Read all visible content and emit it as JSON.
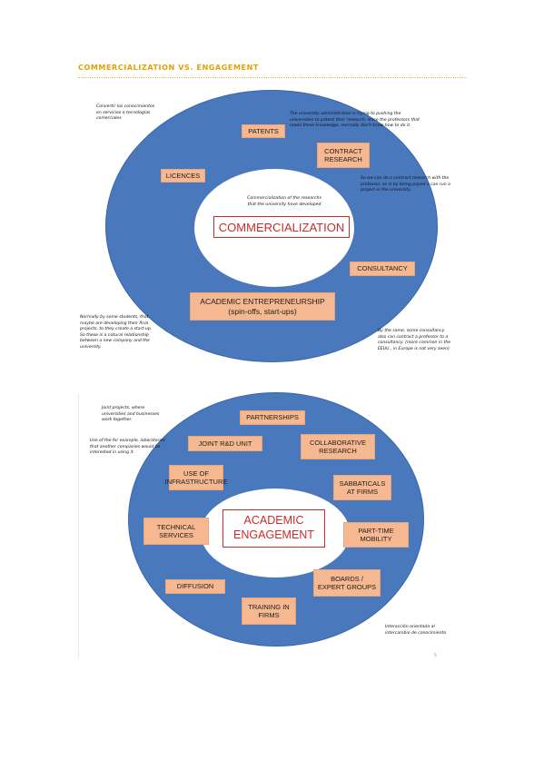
{
  "header": {
    "title": "COMMERCIALIZATION VS. ENGAGEMENT"
  },
  "commercialization": {
    "title": "COMMERCIALIZATION",
    "center_note": "Commercialization of the researchs\nthat the university have developed",
    "items": {
      "patents": "PATENTS",
      "contract_research": "CONTRACT\nRESEARCH",
      "licences": "LICENCES",
      "consultancy": "CONSULTANCY",
      "academic_entrepreneurship": "ACADEMIC ENTREPRENEURSHIP\n(spin-offs, start-ups)"
    },
    "notes": {
      "top_left": "Convertir los conocimientos\nen servicios o tecnologías\ncomerciales",
      "top_right": "The university administration is trying to pushing the\nuniversities to patent their research, since the professors that\nreads these knowledge, normally don't know how to do it.",
      "right": "So we can do a contract research with the\nprofessor, so is by being payed u can run a\nproject in the university.",
      "bottom_left": "Normally by some students, that\nmaybe are developing their final\nprojects, to they create a start-up.\nSo these is a natural relationship\nbetween a new company and the\nuniversity.",
      "bottom_right": "By the same, some consultancy\nalso can contract a professor to a\nconsultancy. (more common in the\nEEUU., in Europe is not very seen)"
    }
  },
  "engagement": {
    "title": "ACADEMIC\nENGAGEMENT",
    "items": {
      "partnerships": "PARTNERSHIPS",
      "joint_rd_unit": "JOINT R&D UNIT",
      "collaborative_research": "COLLABORATIVE\nRESEARCH",
      "use_of_infrastructure": "USE OF\nINFRASTRUCTURE",
      "sabbaticals": "SABBATICALS\nAT FIRMS",
      "technical_services": "TECHNICAL\nSERVICES",
      "part_time_mobility": "PART-TIME\nMOBILITY",
      "boards": "BOARDS /\nEXPERT GROUPS",
      "diffusion": "DIFFUSION",
      "training": "TRAINING IN\nFIRMS"
    },
    "notes": {
      "top_left": "Joint projects, where\nuniversities and businesses\nwork together.",
      "left": "Use of the for example, laboratories\nthat another companies would be\ninterested in using it.",
      "bottom_right": "Interacción orientada al\nintercambio de conocimiento"
    }
  },
  "page_number": "5"
}
